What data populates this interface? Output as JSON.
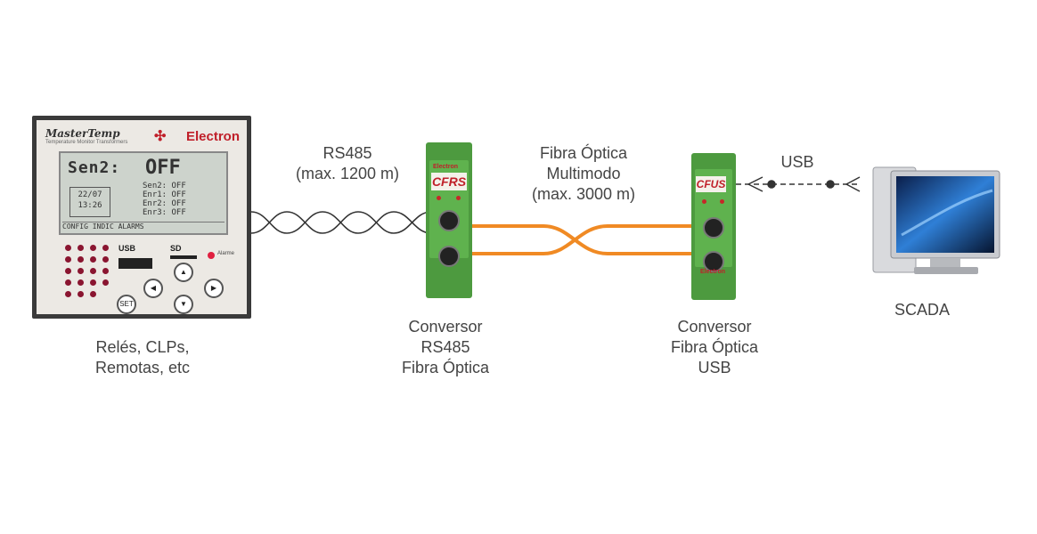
{
  "device": {
    "brand": "MasterTemp",
    "subtitle": "Temperature Monitor Transformers",
    "logo": "Electron",
    "lcd_big": "Sen2:",
    "lcd_status": "OFF",
    "lcd_rows": [
      "Sen2: OFF",
      "Enr1: OFF",
      "Enr2: OFF",
      "Enr3: OFF"
    ],
    "lcd_clock_date": "22/07",
    "lcd_clock_time": "13:26",
    "lcd_menu": "CONFIG  INDIC  ALARMS",
    "usb_label": "USB",
    "sd_label": "SD",
    "set_key": "SET",
    "lamp_label": "Alarme"
  },
  "labels": {
    "rs485_title": "RS485",
    "rs485_range": "(max. 1200 m)",
    "fiber_title": "Fibra Óptica",
    "fiber_mode": "Multimodo",
    "fiber_range": "(max. 3000 m)",
    "usb": "USB",
    "scada": "SCADA",
    "device_line1": "Relés, CLPs,",
    "device_line2": "Remotas, etc",
    "conv1_line1": "Conversor",
    "conv1_line2": "RS485",
    "conv1_line3": "Fibra Óptica",
    "conv2_line1": "Conversor",
    "conv2_line2": "Fibra Óptica",
    "conv2_line3": "USB"
  },
  "converters": {
    "cfrs_tag": "CFRS",
    "cfus_tag": "CFUS",
    "maker": "Electron"
  },
  "colors": {
    "fiber": "#f08a24",
    "din_green": "#4d9a3f",
    "electron_red": "#c0202a"
  }
}
